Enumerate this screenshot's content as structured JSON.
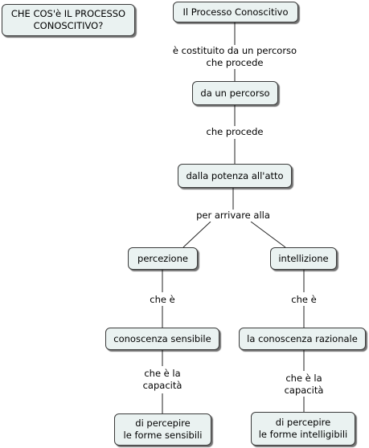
{
  "question": "CHE COS'è IL PROCESSO\nCONOSCITIVO?",
  "nodes": {
    "root": "Il Processo Conoscitivo",
    "percorso": "da un percorso",
    "potenza": "dalla potenza all'atto",
    "percezione": "percezione",
    "intellizione": "intellizione",
    "sensibile": "conoscenza sensibile",
    "razionale": "la conoscenza razionale",
    "forme_sensibili": "di percepire\nle forme sensibili",
    "forme_intelligibili": "di percepire\nle forme intelligibili"
  },
  "links": {
    "costituito": "è costituito da un percorso che procede",
    "procede": "che procede",
    "arrivare": "per arrivare alla",
    "che_e_left": "che è",
    "che_e_right": "che è",
    "capacita_left": "che è la\ncapacità",
    "capacita_right": "che è la capacità"
  }
}
